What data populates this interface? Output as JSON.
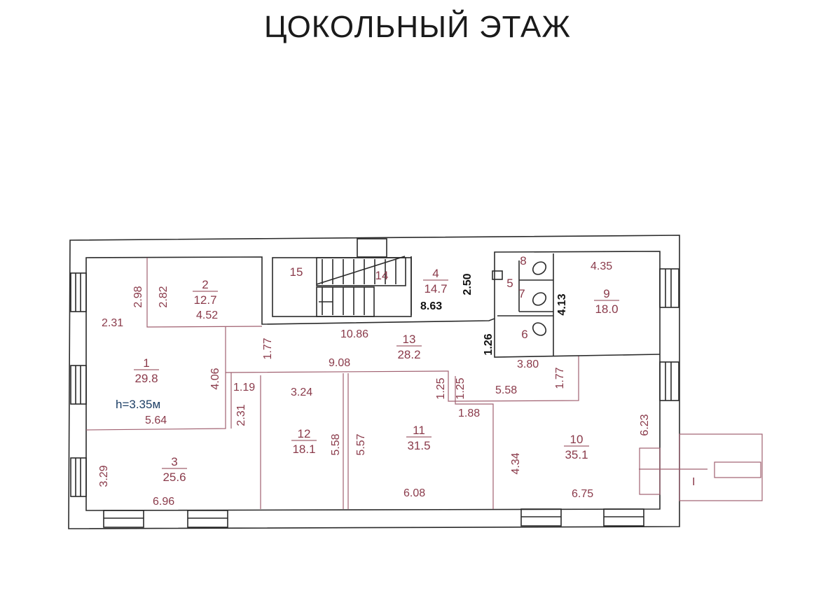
{
  "title": "ЦОКОЛЬНЫЙ ЭТАЖ",
  "rooms": [
    {
      "number": "1",
      "area": "29.8"
    },
    {
      "number": "2",
      "area": "12.7"
    },
    {
      "number": "3",
      "area": "25.6"
    },
    {
      "number": "4",
      "area": "14.7"
    },
    {
      "number": "5"
    },
    {
      "number": "6"
    },
    {
      "number": "7"
    },
    {
      "number": "8"
    },
    {
      "number": "9",
      "area": "18.0"
    },
    {
      "number": "10",
      "area": "35.1"
    },
    {
      "number": "11",
      "area": "31.5"
    },
    {
      "number": "12",
      "area": "18.1"
    },
    {
      "number": "13",
      "area": "28.2"
    },
    {
      "number": "14"
    },
    {
      "number": "15"
    }
  ],
  "height_note": "h=3.35м",
  "dimensions": [
    "2.31",
    "2.98",
    "2.82",
    "4.52",
    "10.86",
    "1.77",
    "9.08",
    "4.06",
    "1.19",
    "2.31",
    "3.24",
    "5.64",
    "5.58",
    "5.57",
    "6.08",
    "3.29",
    "6.96",
    "1.25",
    "1.25",
    "5.58",
    "1.88",
    "1.77",
    "3.80",
    "1.26",
    "4.13",
    "2.50",
    "8.63",
    "4.35",
    "6.23",
    "4.34",
    "6.75"
  ],
  "entrance_mark": "I"
}
